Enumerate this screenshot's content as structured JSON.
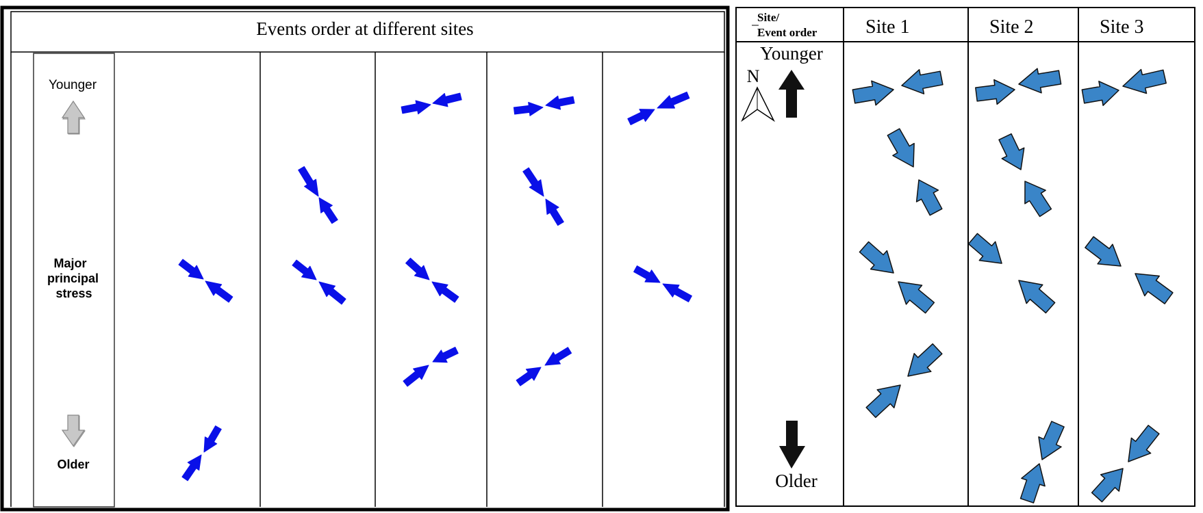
{
  "left_panel": {
    "title": "Events order at different sites",
    "younger_label": "Younger",
    "stress_label_lines": [
      "Major",
      "principal",
      "stress"
    ],
    "older_label": "Older",
    "arrow_color": "#0a10e8",
    "legend_arrow_color": "#c8c8c8"
  },
  "right_panel": {
    "header_lines": [
      "Site/",
      "Event order"
    ],
    "sites": [
      "Site 1",
      "Site 2",
      "Site 3"
    ],
    "younger_label": "Younger",
    "older_label": "Older",
    "north_label": "N",
    "arrow_color": "#3a85c8",
    "legend_arrow_color": "#111111"
  }
}
